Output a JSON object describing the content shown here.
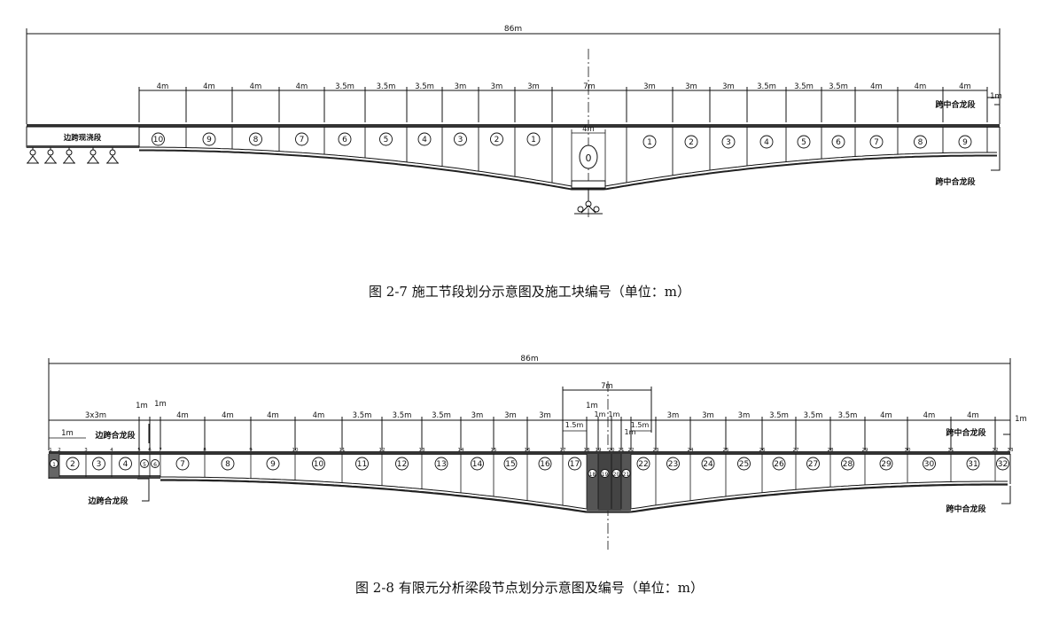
{
  "fig7": {
    "caption": "图 2-7   施工节段划分示意图及施工块编号（单位：m）",
    "total_label": "86m",
    "mid_label": "4m",
    "closure_side": "边跨现浇段",
    "closure_mid_top": "跨中合龙段",
    "closure_mid_bottom": "跨中合龙段",
    "closure_width": "1m",
    "left_dims": [
      "4m",
      "4m",
      "4m",
      "4m",
      "3.5m",
      "3.5m",
      "3.5m",
      "3m",
      "3m",
      "3m"
    ],
    "center_dim": "7m",
    "right_dims": [
      "3m",
      "3m",
      "3m",
      "3.5m",
      "3.5m",
      "3.5m",
      "4m",
      "4m",
      "4m"
    ],
    "left_blocks": [
      "10",
      "9",
      "8",
      "7",
      "6",
      "5",
      "4",
      "3",
      "2",
      "1"
    ],
    "center_block": "0",
    "right_blocks": [
      "1",
      "2",
      "3",
      "4",
      "5",
      "6",
      "7",
      "8",
      "9"
    ]
  },
  "fig8": {
    "caption": "图 2-8   有限元分析梁段节点划分示意图及编号（单位：m）",
    "total_label": "86m",
    "top_center_dim": "7m",
    "label_1m_a": "1m",
    "label_1m_b": "1m",
    "label_1m_left": "1m",
    "label_1m_right": "1m",
    "label_1m_mid": "1m",
    "label_1m_c": "1m",
    "label_1m_d": "1m",
    "label_1_5m_a": "1.5m",
    "label_1_5m_b": "1.5m",
    "left_group_dim": "3x3m",
    "closure_side_top": "边跨合龙段",
    "closure_side_bottom": "边跨合龙段",
    "closure_mid_top": "跨中合龙段",
    "closure_mid_bottom": "跨中合龙段",
    "left_dims": [
      "4m",
      "4m",
      "4m",
      "4m",
      "3.5m",
      "3.5m",
      "3.5m",
      "3m",
      "3m",
      "3m"
    ],
    "right_dims": [
      "3m",
      "3m",
      "3m",
      "3.5m",
      "3.5m",
      "3.5m",
      "4m",
      "4m",
      "4m"
    ],
    "nodes": [
      "1",
      "2",
      "3",
      "4",
      "5",
      "6",
      "7",
      "8",
      "9",
      "10",
      "11",
      "12",
      "13",
      "14",
      "15",
      "16",
      "17",
      "18",
      "19",
      "20",
      "21",
      "22",
      "23",
      "24",
      "25",
      "26",
      "27",
      "28",
      "29",
      "30",
      "31",
      "32",
      "33"
    ],
    "elements": [
      "1",
      "2",
      "3",
      "4",
      "5",
      "6",
      "7",
      "8",
      "9",
      "10",
      "11",
      "12",
      "13",
      "14",
      "15",
      "16",
      "17",
      "18",
      "19",
      "20",
      "21",
      "22",
      "23",
      "24",
      "25",
      "26",
      "27",
      "28",
      "29",
      "30",
      "31",
      "32"
    ]
  }
}
